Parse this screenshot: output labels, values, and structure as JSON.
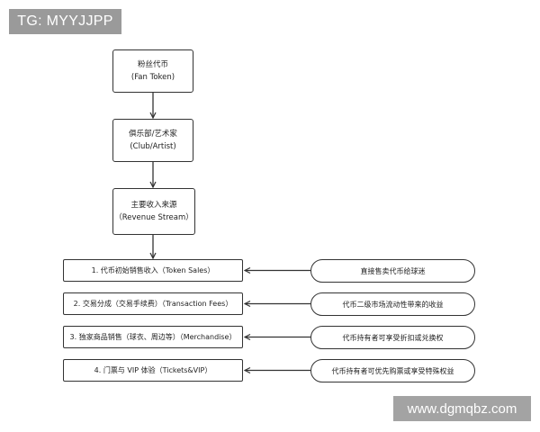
{
  "watermarks": {
    "top_left": "TG: MYYJJPP",
    "bottom_right": "www.dgmqbz.com"
  },
  "flow": {
    "nodes": [
      {
        "title": "粉丝代币",
        "subtitle": "(Fan Token)"
      },
      {
        "title": "俱乐部/艺术家",
        "subtitle": "(Club/Artist)"
      },
      {
        "title": "主要收入来源",
        "subtitle": "（Revenue Stream）"
      }
    ]
  },
  "revenue_items": [
    {
      "label": "1. 代币初始销售收入（Token Sales）",
      "note": "直接售卖代币给球迷"
    },
    {
      "label": "2. 交易分成（交易手续费）（Transaction Fees）",
      "note": "代币二级市场流动性带来的收益"
    },
    {
      "label": "3. 独家商品销售（球衣、周边等）（Merchandise）",
      "note": "代币持有者可享受折扣或兑换权"
    },
    {
      "label": "4. 门票与 VIP 体验（Tickets&VIP）",
      "note": "代币持有者可优先购票或享受特殊权益"
    }
  ]
}
